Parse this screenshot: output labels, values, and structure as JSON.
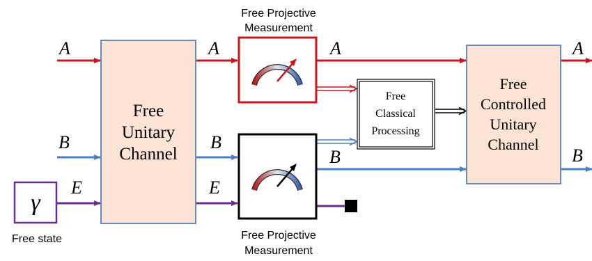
{
  "colors": {
    "red": "#c8161d",
    "blue": "#4a7fc1",
    "purple": "#6b2d8e",
    "box_fill": "#fbe4d5",
    "box_stroke": "#4a72b0",
    "black": "#000000"
  },
  "labels": {
    "a_in": "A",
    "a_after_unitary": "A",
    "a_after_measure": "A",
    "a_out": "A",
    "b_in": "B",
    "b_after_unitary": "B",
    "b_after_measure": "B",
    "b_out": "B",
    "e_in": "E",
    "e_after_unitary": "E",
    "gamma": "γ"
  },
  "blocks": {
    "unitary": [
      "Free",
      "Unitary",
      "Channel"
    ],
    "controlled": [
      "Free",
      "Controlled",
      "Unitary",
      "Channel"
    ],
    "classical": [
      "Free",
      "Classical",
      "Processing"
    ],
    "measure_top": [
      "Free Projective",
      "Measurement"
    ],
    "measure_bottom": [
      "Free Projective",
      "Measurement"
    ],
    "free_state": "Free state"
  },
  "icons": {
    "meter": "meter-icon",
    "discard": "discard-square-icon"
  }
}
